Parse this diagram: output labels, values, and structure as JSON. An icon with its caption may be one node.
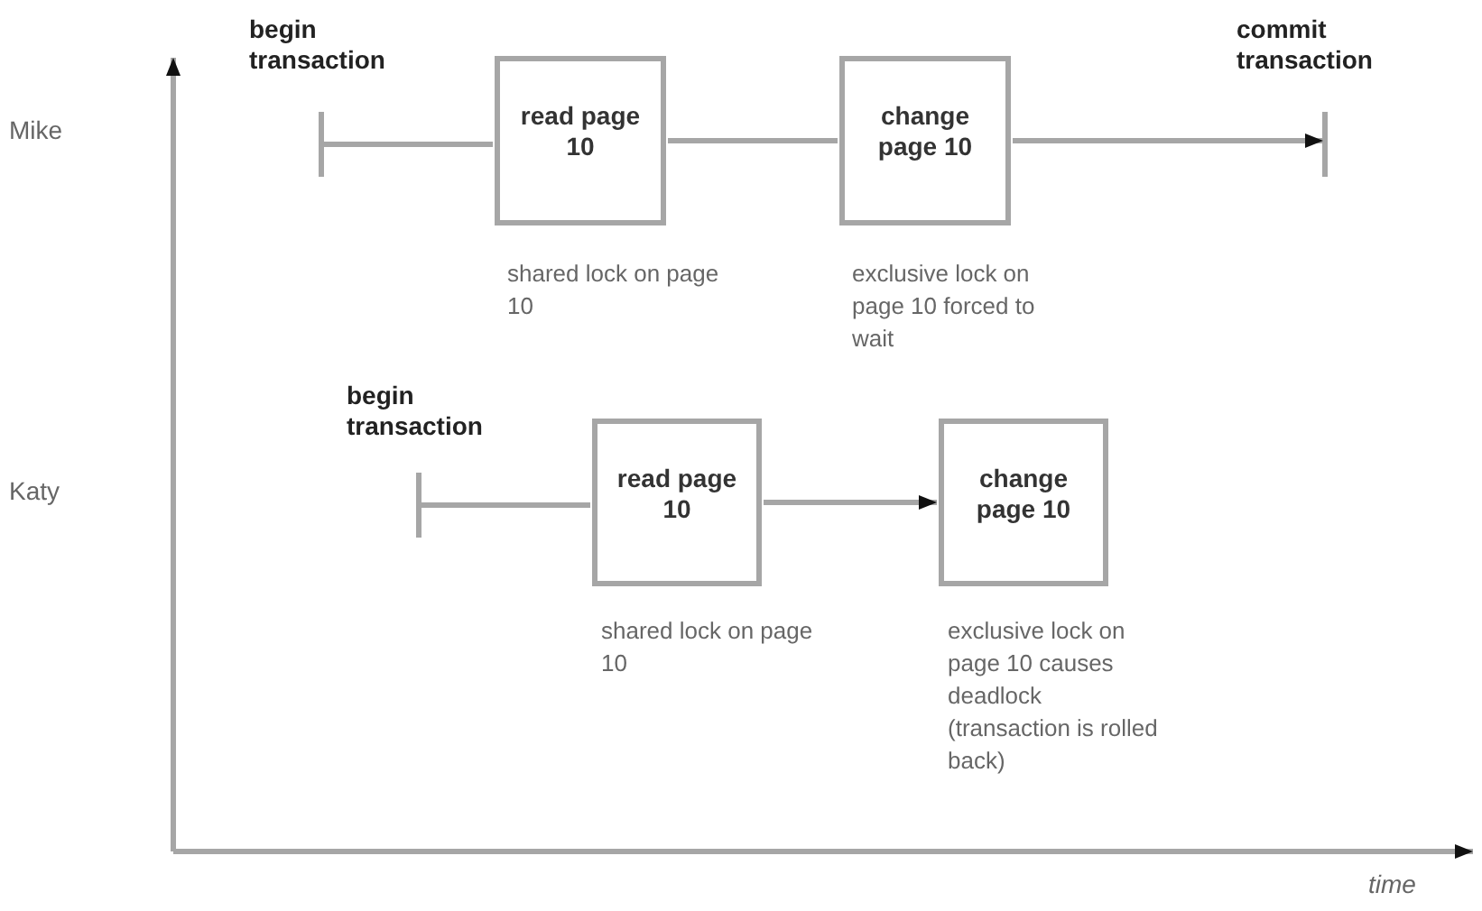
{
  "diagram": {
    "nodes": [
      {
        "text": [
          "begin transaction"
        ]
      },
      {
        "text": [
          "read page 10"
        ],
        "beside": [
          "shared lock on page 10"
        ]
      },
      {
        "text": [
          "change page 10"
        ],
        "beside": [
          "exclusive lock on page 10 forced to wait"
        ]
      },
      {
        "text": [
          "commit transaction"
        ]
      },
      {
        "text": [
          "begin transaction"
        ]
      },
      {
        "text": [
          "read page 10"
        ],
        "beside": [
          "shared lock on page 10"
        ]
      },
      {
        "text": [
          "change page 10"
        ],
        "beside": [
          "exclusive lock on page 10 causes deadlock (transaction is rolled back)"
        ]
      }
    ],
    "edges": [
      {
        "from": 0,
        "to": 1,
        "arrow": "none"
      },
      {
        "from": 1,
        "to": 2,
        "arrow": "none"
      },
      {
        "from": 2,
        "to": 3,
        "arrow": "to"
      },
      {
        "from": 4,
        "to": 5,
        "arrow": "none"
      },
      {
        "from": 5,
        "to": 6,
        "arrow": "to"
      }
    ],
    "labels": [
      "Mike",
      "Katy",
      "time"
    ]
  }
}
